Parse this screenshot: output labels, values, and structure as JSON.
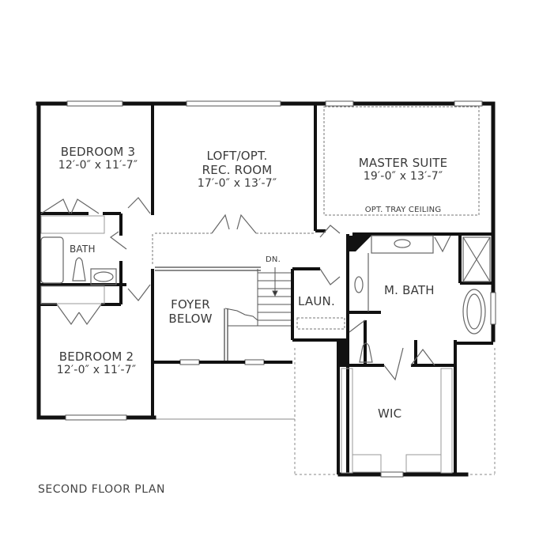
{
  "plan_title": "SECOND FLOOR PLAN",
  "colors": {
    "wall": "#111111",
    "line": "#666666",
    "text": "#3a3a3a",
    "background": "#ffffff"
  },
  "rooms": {
    "bedroom3": {
      "name": "BEDROOM 3",
      "dims": "12′-0″ x 11′-7″"
    },
    "loft": {
      "name_line1": "LOFT/OPT.",
      "name_line2": "REC. ROOM",
      "dims": "17′-0″ x 13′-7″"
    },
    "master": {
      "name": "MASTER SUITE",
      "dims": "19′-0″ x 13′-7″",
      "note": "OPT. TRAY CEILING"
    },
    "bath": {
      "name": "BATH"
    },
    "foyer": {
      "name_line1": "FOYER",
      "name_line2": "BELOW"
    },
    "stairs": {
      "label": "DN."
    },
    "laundry": {
      "name": "LAUN."
    },
    "mbath": {
      "name": "M. BATH"
    },
    "bedroom2": {
      "name": "BEDROOM 2",
      "dims": "12′-0″ x 11′-7″"
    },
    "wic": {
      "name": "WIC"
    }
  }
}
